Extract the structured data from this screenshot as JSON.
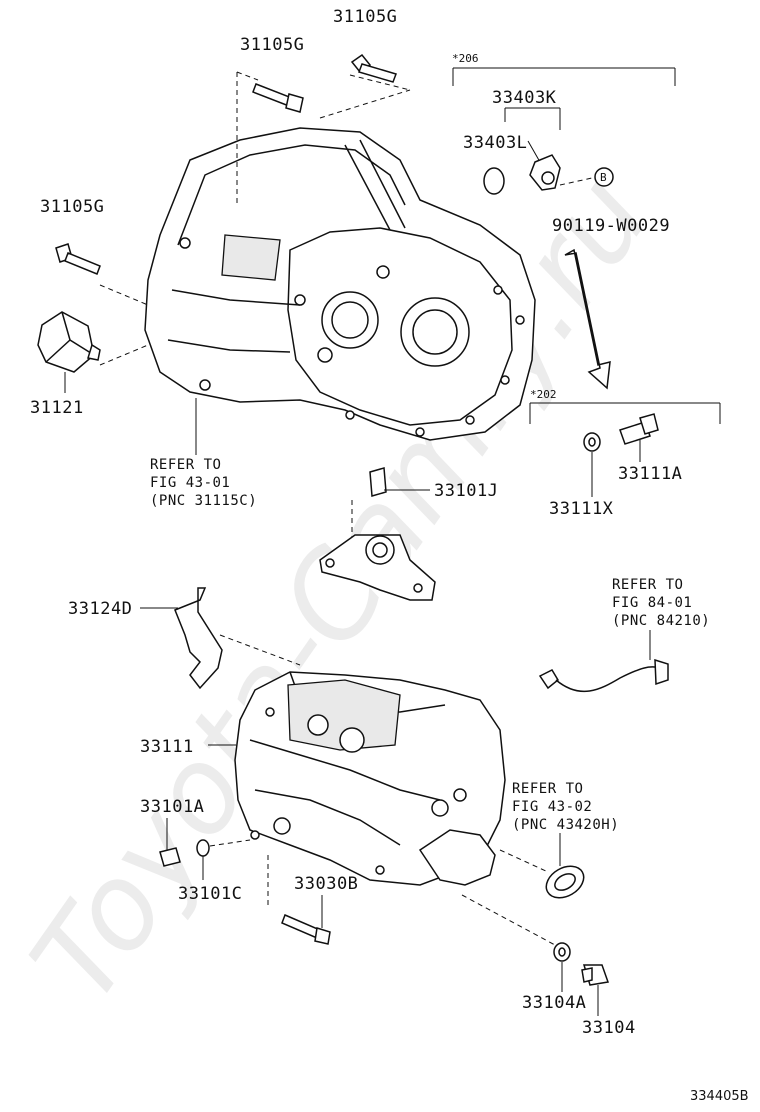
{
  "watermark": "Toyota-Camry.ru",
  "figure_id": "334405B",
  "groups": {
    "g206": "*206",
    "g202": "*202"
  },
  "parts": {
    "p31105g_top": "31105G",
    "p31105g_mid": "31105G",
    "p31105g_left": "31105G",
    "p33403k": "33403K",
    "p33403l": "33403L",
    "p90119": "90119-W0029",
    "p31121": "31121",
    "p33111a": "33111A",
    "p33111x": "33111X",
    "p33101j": "33101J",
    "p33124d": "33124D",
    "p33111": "33111",
    "p33101a": "33101A",
    "p33101c": "33101C",
    "p33030b": "33030B",
    "p33104a": "33104A",
    "p33104": "33104"
  },
  "circle_marker": "B",
  "references": {
    "ref1": [
      "REFER TO",
      "FIG 43-01",
      "(PNC 31115C)"
    ],
    "ref2": [
      "REFER TO",
      "FIG 84-01",
      "(PNC 84210)"
    ],
    "ref3": [
      "REFER TO",
      "FIG 43-02",
      "(PNC 43420H)"
    ]
  }
}
